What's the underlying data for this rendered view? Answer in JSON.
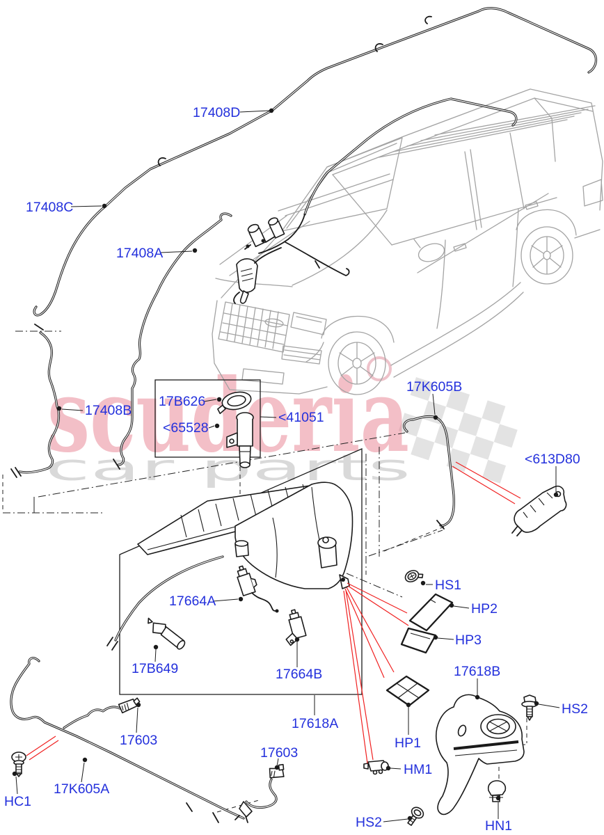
{
  "watermark": {
    "brand": "scuderia",
    "subtitle": "car parts"
  },
  "colors": {
    "label_blue": "#2330dc",
    "line_black": "#1a1a1a",
    "highlight_red": "#f02020",
    "car_gray": "#a3a3a3",
    "watermark_pink": "#e05a6e",
    "watermark_gray": "#d9d9d9",
    "flag_gray": "#e3e3e3"
  },
  "callouts": [
    {
      "code": "17408D"
    },
    {
      "code": "17408C"
    },
    {
      "code": "17408A"
    },
    {
      "code": "17408B"
    },
    {
      "code": "17B626"
    },
    {
      "code": "<65528"
    },
    {
      "code": "<41051"
    },
    {
      "code": "17K605B"
    },
    {
      "code": "<613D80"
    },
    {
      "code": "HS1"
    },
    {
      "code": "HP2"
    },
    {
      "code": "HP3"
    },
    {
      "code": "17664A"
    },
    {
      "code": "17B649"
    },
    {
      "code": "17664B"
    },
    {
      "code": "17618A"
    },
    {
      "code": "17618B"
    },
    {
      "code": "HS2"
    },
    {
      "code": "HP1"
    },
    {
      "code": "HM1"
    },
    {
      "code": "HS2"
    },
    {
      "code": "HN1"
    },
    {
      "code": "HC1"
    },
    {
      "code": "17K605A"
    },
    {
      "code": "17603"
    },
    {
      "code": "17603"
    }
  ]
}
